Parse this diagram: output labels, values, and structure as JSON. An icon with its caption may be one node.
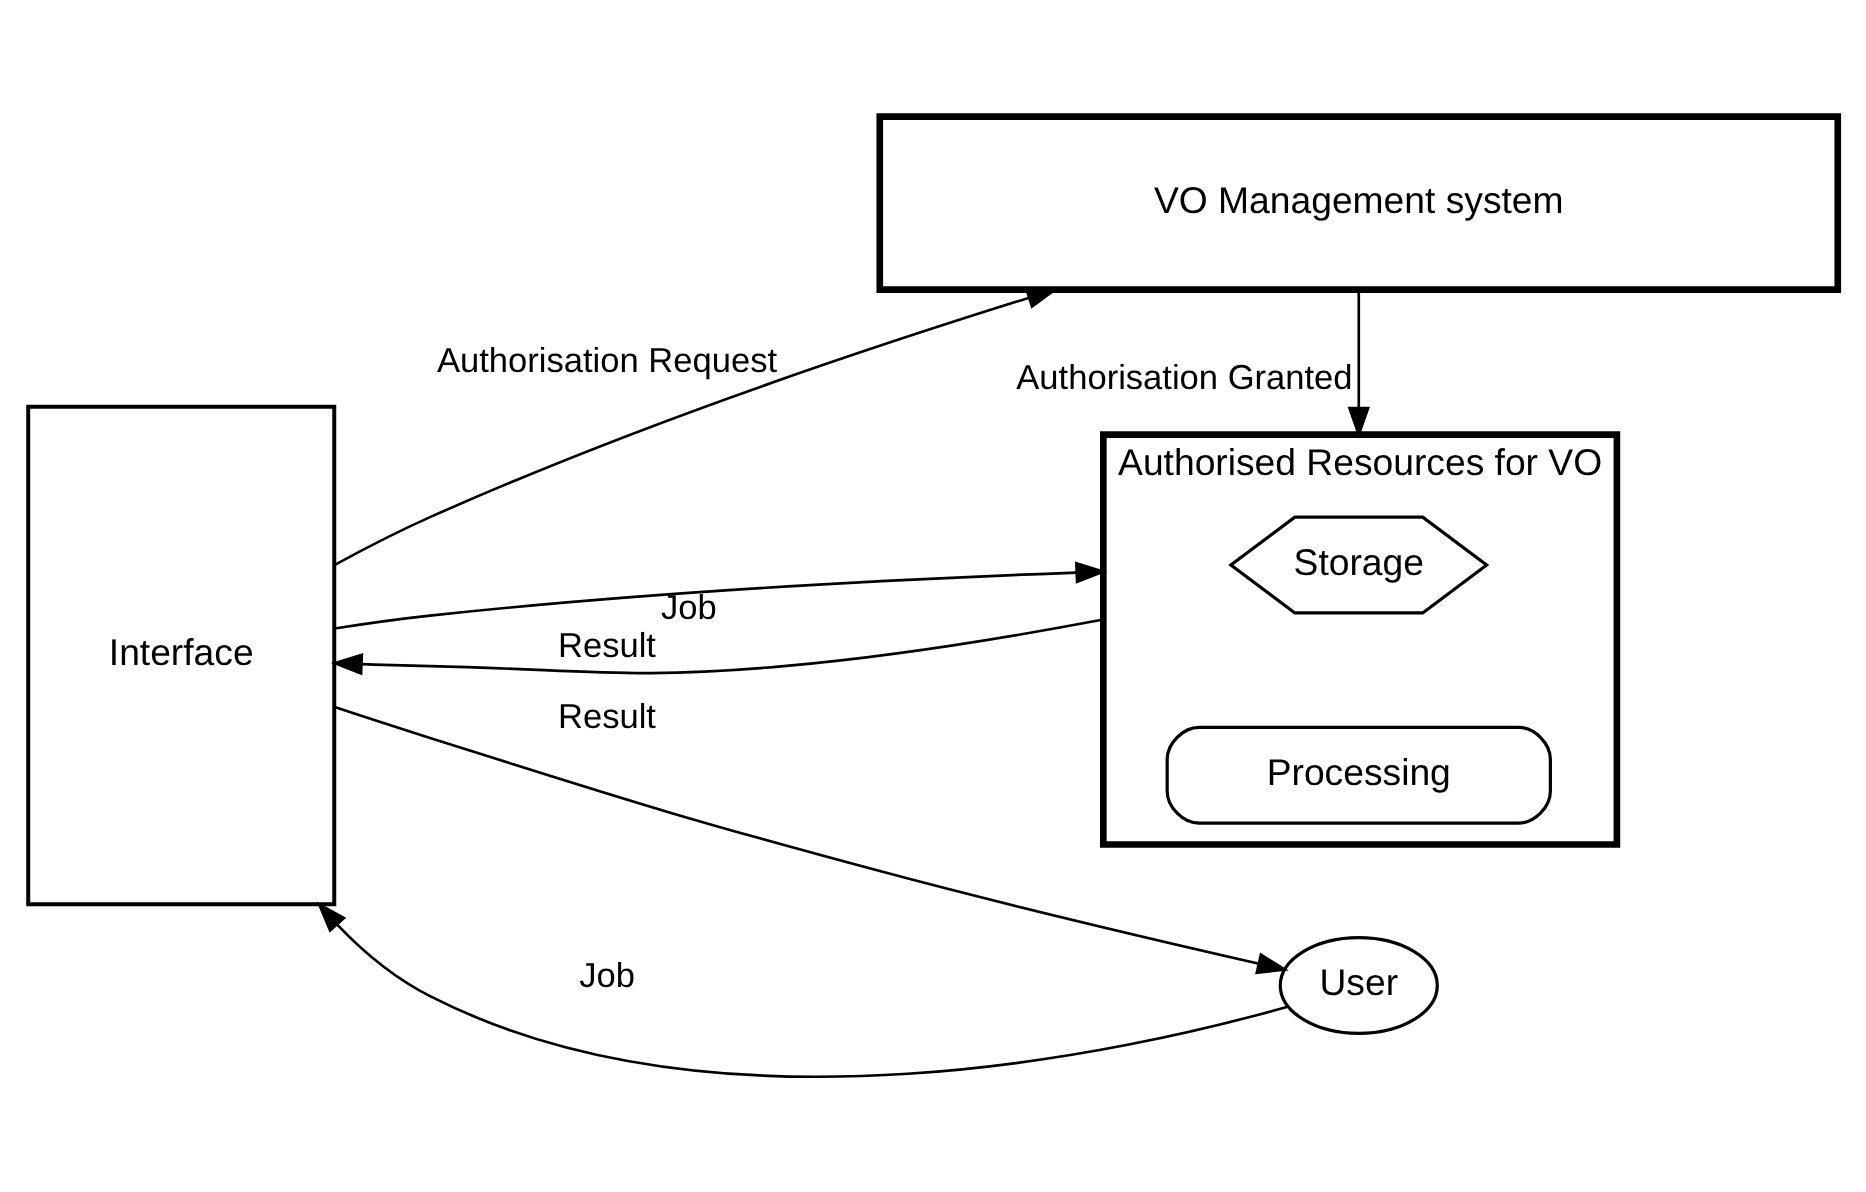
{
  "diagram": {
    "nodes": [
      {
        "text": [
          "VO Management system"
        ]
      },
      {
        "text": [
          "Interface"
        ]
      },
      {
        "text": [
          "Authorised Resources for VO"
        ]
      },
      {
        "text": [
          "Storage"
        ],
        "in": 2
      },
      {
        "text": [
          "Processing"
        ],
        "in": 2
      },
      {
        "text": [
          "User"
        ]
      }
    ],
    "edges": [
      {
        "from": 1,
        "to": 0,
        "arrow": "to",
        "label": "Authorisation Request"
      },
      {
        "from": 0,
        "to": 2,
        "arrow": "to",
        "label": "Authorisation Granted"
      },
      {
        "from": 5,
        "to": 1,
        "arrow": "to",
        "label": "Job"
      },
      {
        "from": 1,
        "to": 2,
        "arrow": "to",
        "label": "Job"
      },
      {
        "from": 2,
        "to": 1,
        "arrow": "to",
        "label": "Result"
      },
      {
        "from": 1,
        "to": 5,
        "arrow": "to",
        "label": "Result"
      }
    ]
  }
}
